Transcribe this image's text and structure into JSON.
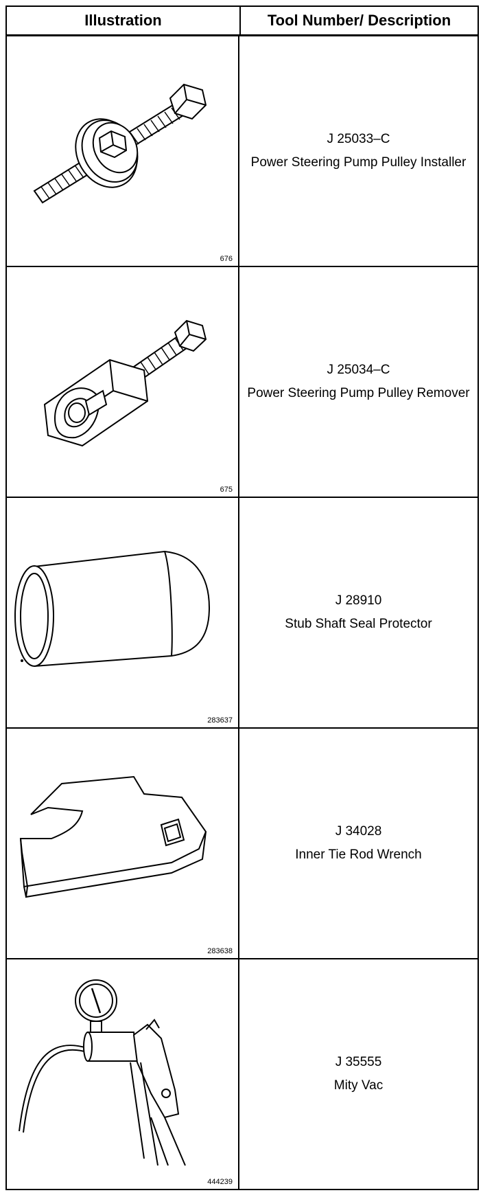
{
  "header": {
    "illustration": "Illustration",
    "tool": "Tool Number/ Description"
  },
  "rows": [
    {
      "figure": "676",
      "number": "J 25033–C",
      "description": "Power Steering Pump Pulley Installer",
      "icon": "pulley-installer-icon"
    },
    {
      "figure": "675",
      "number": "J 25034–C",
      "description": "Power Steering Pump Pulley Remover",
      "icon": "pulley-remover-icon"
    },
    {
      "figure": "283637",
      "number": "J 28910",
      "description": "Stub Shaft Seal Protector",
      "icon": "seal-protector-icon"
    },
    {
      "figure": "283638",
      "number": "J 34028",
      "description": "Inner Tie Rod Wrench",
      "icon": "tie-rod-wrench-icon"
    },
    {
      "figure": "444239",
      "number": "J 35555",
      "description": "Mity Vac",
      "icon": "vacuum-pump-icon"
    }
  ]
}
